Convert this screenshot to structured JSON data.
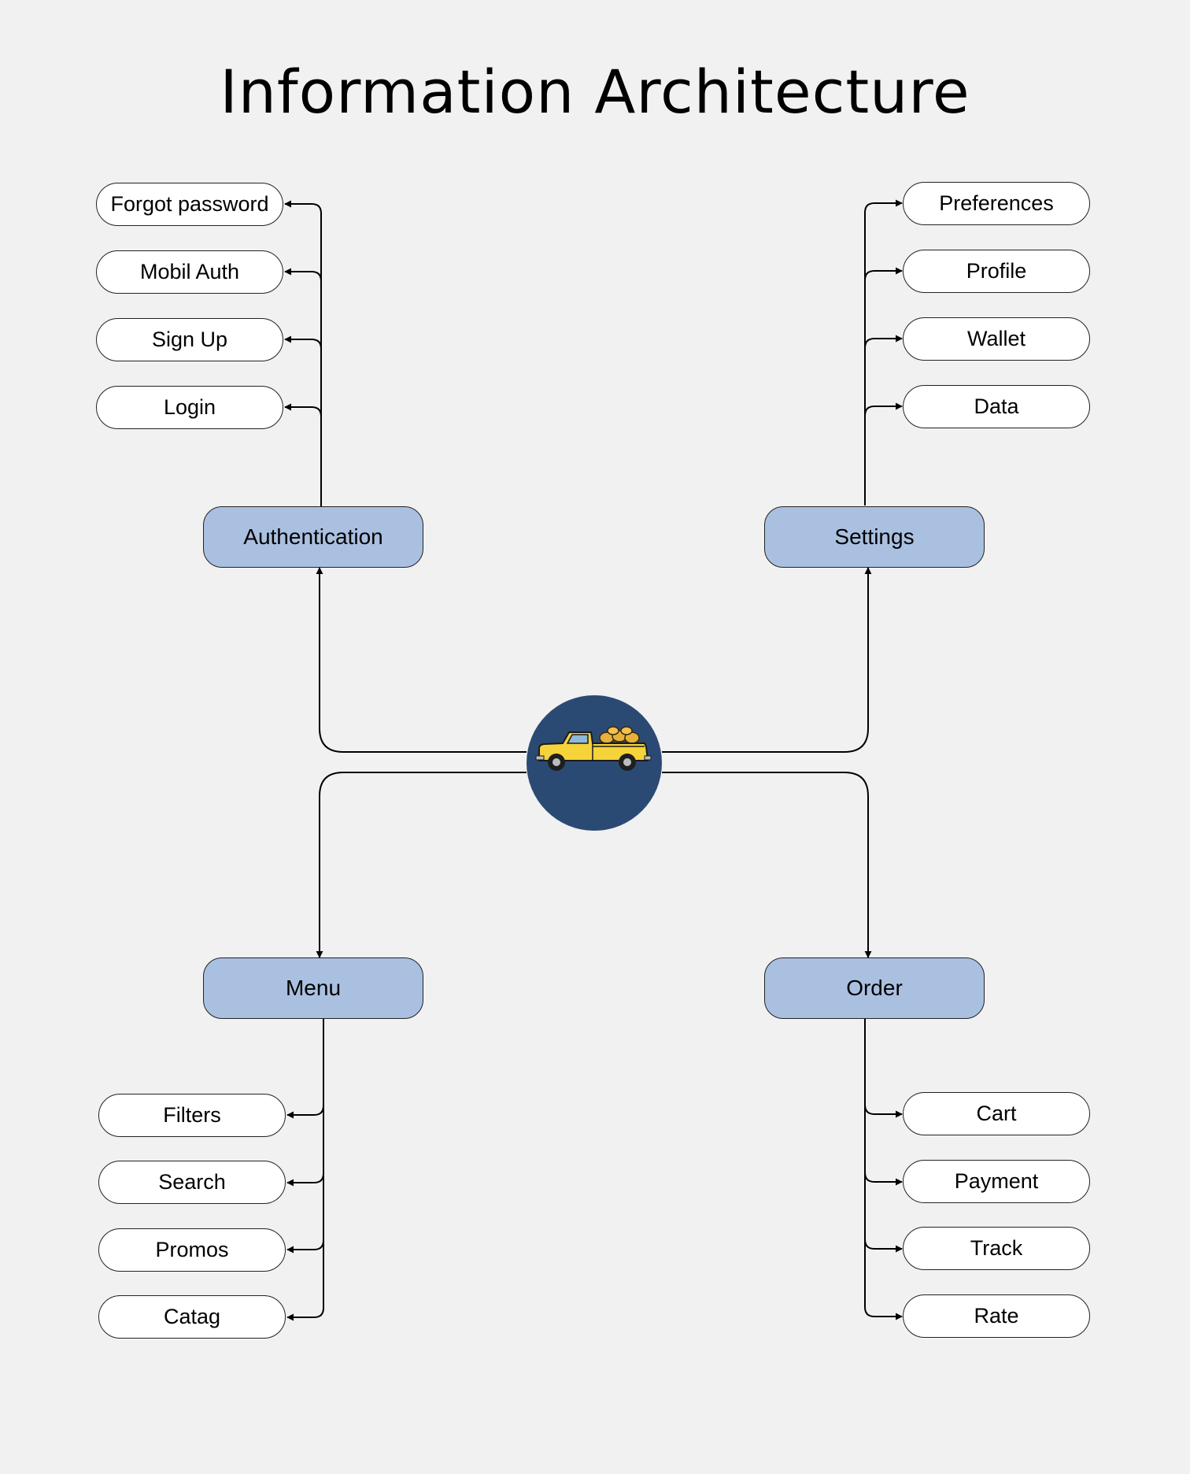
{
  "title": "Information Architecture",
  "hub": {
    "icon": "pickup-truck-icon"
  },
  "categories": {
    "authentication": {
      "label": "Authentication",
      "items": [
        "Forgot password",
        "Mobil Auth",
        "Sign Up",
        "Login"
      ]
    },
    "settings": {
      "label": "Settings",
      "items": [
        "Preferences",
        "Profile",
        "Wallet",
        "Data"
      ]
    },
    "menu": {
      "label": "Menu",
      "items": [
        "Filters",
        "Search",
        "Promos",
        "Catag"
      ]
    },
    "order": {
      "label": "Order",
      "items": [
        "Cart",
        "Payment",
        "Track",
        "Rate"
      ]
    }
  },
  "colors": {
    "background": "#f1f1f1",
    "category_fill": "#aac0e0",
    "hub_fill": "#2b4a73",
    "truck_body": "#f5d33a"
  }
}
